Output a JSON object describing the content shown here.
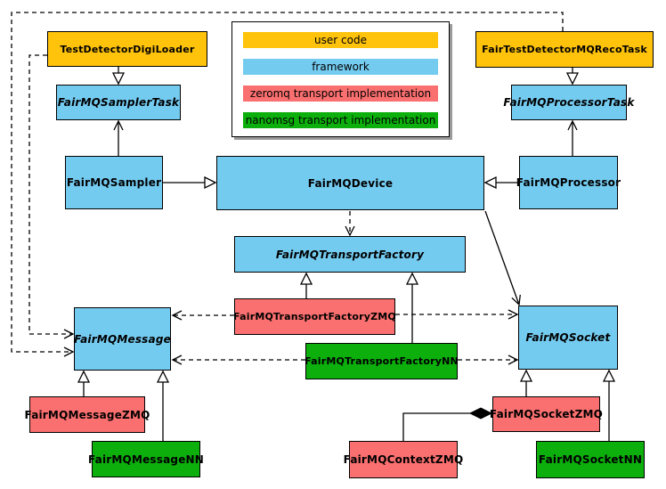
{
  "diagram": {
    "colors": {
      "user_code": "#FFC30B",
      "framework": "#74CBF0",
      "zeromq": "#FA6F6F",
      "nanomsg": "#0CAF0C"
    },
    "legend": {
      "items": [
        {
          "label": "user code",
          "color": "#FFC30B"
        },
        {
          "label": "framework",
          "color": "#74CBF0"
        },
        {
          "label": "zeromq transport implementation",
          "color": "#FA6F6F"
        },
        {
          "label": "nanomsg transport implementation",
          "color": "#0CAF0C"
        }
      ]
    },
    "nodes": {
      "testDetectorDigiLoader": {
        "label": "TestDetectorDigiLoader",
        "category": "user code",
        "abstract": false
      },
      "fairTestDetectorMQRecoTask": {
        "label": "FairTestDetectorMQRecoTask",
        "category": "user code",
        "abstract": false
      },
      "fairMQSamplerTask": {
        "label": "FairMQSamplerTask",
        "category": "framework",
        "abstract": true
      },
      "fairMQProcessorTask": {
        "label": "FairMQProcessorTask",
        "category": "framework",
        "abstract": true
      },
      "fairMQSampler": {
        "label": "FairMQSampler",
        "category": "framework",
        "abstract": false
      },
      "fairMQDevice": {
        "label": "FairMQDevice",
        "category": "framework",
        "abstract": false
      },
      "fairMQProcessor": {
        "label": "FairMQProcessor",
        "category": "framework",
        "abstract": false
      },
      "fairMQTransportFactory": {
        "label": "FairMQTransportFactory",
        "category": "framework",
        "abstract": true
      },
      "fairMQTransportFactoryZMQ": {
        "label": "FairMQTransportFactoryZMQ",
        "category": "zeromq",
        "abstract": false
      },
      "fairMQTransportFactoryNN": {
        "label": "FairMQTransportFactoryNN",
        "category": "nanomsg",
        "abstract": false
      },
      "fairMQMessage": {
        "label": "FairMQMessage",
        "category": "framework",
        "abstract": true
      },
      "fairMQSocket": {
        "label": "FairMQSocket",
        "category": "framework",
        "abstract": true
      },
      "fairMQMessageZMQ": {
        "label": "FairMQMessageZMQ",
        "category": "zeromq",
        "abstract": false
      },
      "fairMQMessageNN": {
        "label": "FairMQMessageNN",
        "category": "nanomsg",
        "abstract": false
      },
      "fairMQContextZMQ": {
        "label": "FairMQContextZMQ",
        "category": "zeromq",
        "abstract": false
      },
      "fairMQSocketZMQ": {
        "label": "FairMQSocketZMQ",
        "category": "zeromq",
        "abstract": false
      },
      "fairMQSocketNN": {
        "label": "FairMQSocketNN",
        "category": "nanomsg",
        "abstract": false
      }
    },
    "relationships": [
      {
        "from": "TestDetectorDigiLoader",
        "to": "FairMQSamplerTask",
        "type": "inheritance"
      },
      {
        "from": "FairTestDetectorMQRecoTask",
        "to": "FairMQProcessorTask",
        "type": "inheritance"
      },
      {
        "from": "FairMQSampler",
        "to": "FairMQSamplerTask",
        "type": "association"
      },
      {
        "from": "FairMQProcessor",
        "to": "FairMQProcessorTask",
        "type": "association"
      },
      {
        "from": "FairMQSampler",
        "to": "FairMQDevice",
        "type": "inheritance"
      },
      {
        "from": "FairMQProcessor",
        "to": "FairMQDevice",
        "type": "inheritance"
      },
      {
        "from": "FairMQDevice",
        "to": "FairMQTransportFactory",
        "type": "dependency"
      },
      {
        "from": "FairMQDevice",
        "to": "FairMQSocket",
        "type": "association"
      },
      {
        "from": "FairMQTransportFactoryZMQ",
        "to": "FairMQTransportFactory",
        "type": "inheritance"
      },
      {
        "from": "FairMQTransportFactoryNN",
        "to": "FairMQTransportFactory",
        "type": "inheritance"
      },
      {
        "from": "FairMQTransportFactoryZMQ",
        "to": "FairMQMessage",
        "type": "dependency"
      },
      {
        "from": "FairMQTransportFactoryZMQ",
        "to": "FairMQSocket",
        "type": "dependency"
      },
      {
        "from": "FairMQTransportFactoryNN",
        "to": "FairMQMessage",
        "type": "dependency"
      },
      {
        "from": "FairMQTransportFactoryNN",
        "to": "FairMQSocket",
        "type": "dependency"
      },
      {
        "from": "TestDetectorDigiLoader",
        "to": "FairMQMessage",
        "type": "dependency"
      },
      {
        "from": "FairTestDetectorMQRecoTask",
        "to": "FairMQMessage",
        "type": "dependency"
      },
      {
        "from": "FairMQMessageZMQ",
        "to": "FairMQMessage",
        "type": "inheritance"
      },
      {
        "from": "FairMQMessageNN",
        "to": "FairMQMessage",
        "type": "inheritance"
      },
      {
        "from": "FairMQSocketZMQ",
        "to": "FairMQSocket",
        "type": "inheritance"
      },
      {
        "from": "FairMQSocketNN",
        "to": "FairMQSocket",
        "type": "inheritance"
      },
      {
        "from": "FairMQContextZMQ",
        "to": "FairMQSocketZMQ",
        "type": "composition"
      }
    ]
  }
}
